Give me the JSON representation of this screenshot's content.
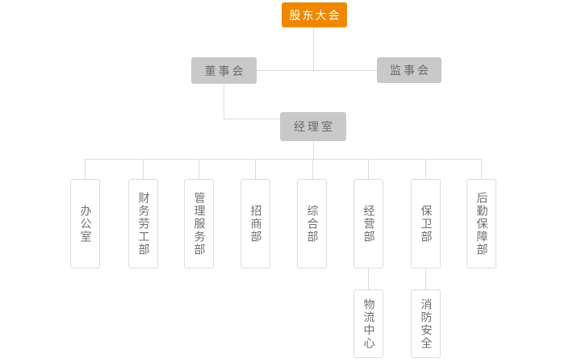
{
  "org_chart": {
    "type": "org-chart",
    "root": {
      "label": "股东大会"
    },
    "level2": {
      "board": {
        "label": "董事会"
      },
      "supervisory": {
        "label": "监事会"
      }
    },
    "level3": {
      "manager_office": {
        "label": "经理室",
        "parent": "董事会"
      }
    },
    "departments": [
      {
        "label": "办公室",
        "parent": "经理室"
      },
      {
        "label": "财务劳工部",
        "parent": "经理室"
      },
      {
        "label": "管理服务部",
        "parent": "经理室"
      },
      {
        "label": "招商部",
        "parent": "经理室"
      },
      {
        "label": "综合部",
        "parent": "经理室"
      },
      {
        "label": "经营部",
        "parent": "经理室"
      },
      {
        "label": "保卫部",
        "parent": "经理室"
      },
      {
        "label": "后勤保障部",
        "parent": "经理室"
      }
    ],
    "sub_departments": [
      {
        "label": "物流中心",
        "parent": "经营部"
      },
      {
        "label": "消防安全",
        "parent": "保卫部"
      }
    ],
    "colors": {
      "root_bg": "#ef8800",
      "root_text": "#ffffff",
      "gray_node_bg": "#c9c9c9",
      "gray_node_text": "#6b6b6b",
      "white_node_border": "#dddddd",
      "white_node_text": "#6e6e6e",
      "connector": "#dcdcdc",
      "background": "#ffffff"
    }
  }
}
